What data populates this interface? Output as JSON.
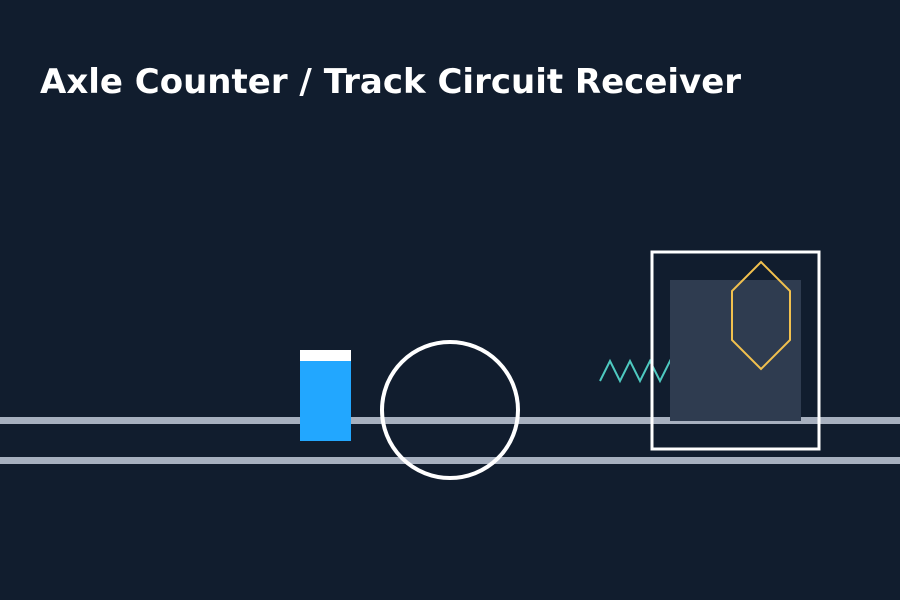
{
  "title": "Axle Counter / Track Circuit Receiver",
  "colors": {
    "background": "#111d2e",
    "rail": "#a7b0bf",
    "transmitter": "#22a7ff",
    "transmitter_cap": "#ffffff",
    "wheel": "#ffffff",
    "signal_wave": "#4ec9c0",
    "receiver_frame": "#ffffff",
    "receiver_body": "#2f3c50",
    "receiver_coil": "#f2c14e"
  },
  "components": {
    "transmitter": "blue transmitter unit beside the rail",
    "wheel": "wheel outline on rails",
    "signal": "zigzag signal wave",
    "receiver": "receiver box with hexagon coil"
  }
}
